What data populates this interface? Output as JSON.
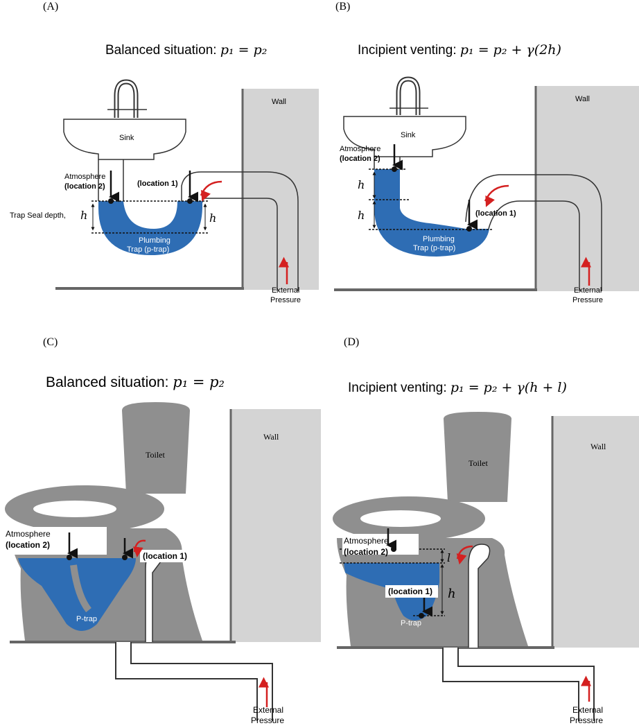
{
  "panels": {
    "a": {
      "tag": "(A)",
      "title_text": "Balanced situation: ",
      "title_math": "p₁ = p₂",
      "wall": "Wall",
      "fixture": "Sink",
      "atmosphere": "Atmosphere",
      "location2": "(location 2)",
      "location1": "(location 1)",
      "trap_seal": "Trap Seal depth,",
      "h": "h",
      "trap_line1": "Plumbing",
      "trap_line2": "Trap (p-trap)",
      "ext_line1": "External",
      "ext_line2": "Pressure"
    },
    "b": {
      "tag": "(B)",
      "title_text": "Incipient venting: ",
      "title_math": "p₁ = p₂ + γ(2h)",
      "wall": "Wall",
      "fixture": "Sink",
      "atmosphere": "Atmosphere",
      "location2": "(location 2)",
      "location1": "(location 1)",
      "h": "h",
      "trap_line1": "Plumbing",
      "trap_line2": "Trap (p-trap)",
      "ext_line1": "External",
      "ext_line2": "Pressure"
    },
    "c": {
      "tag": "(C)",
      "title_text": "Balanced situation: ",
      "title_math": "p₁ = p₂",
      "wall": "Wall",
      "fixture": "Toilet",
      "atmosphere": "Atmosphere",
      "location2": "(location 2)",
      "location1": "(location 1)",
      "trap": "P-trap",
      "ext_line1": "External",
      "ext_line2": "Pressure"
    },
    "d": {
      "tag": "(D)",
      "title_text": "Incipient venting: ",
      "title_math": "p₁ = p₂ + γ(h + l)",
      "wall": "Wall",
      "fixture": "Toilet",
      "atmosphere": "Atmosphere",
      "location2": "(location 2)",
      "location1": "(location 1)",
      "h": "h",
      "l": "l",
      "trap": "P-trap",
      "ext_line1": "External",
      "ext_line2": "Pressure"
    }
  },
  "colors": {
    "water": "#2e6db4",
    "wall": "#d4d4d4",
    "toilet": "#8f8f8f",
    "floor": "#7a7a7a",
    "arrow_red": "#d42020"
  }
}
